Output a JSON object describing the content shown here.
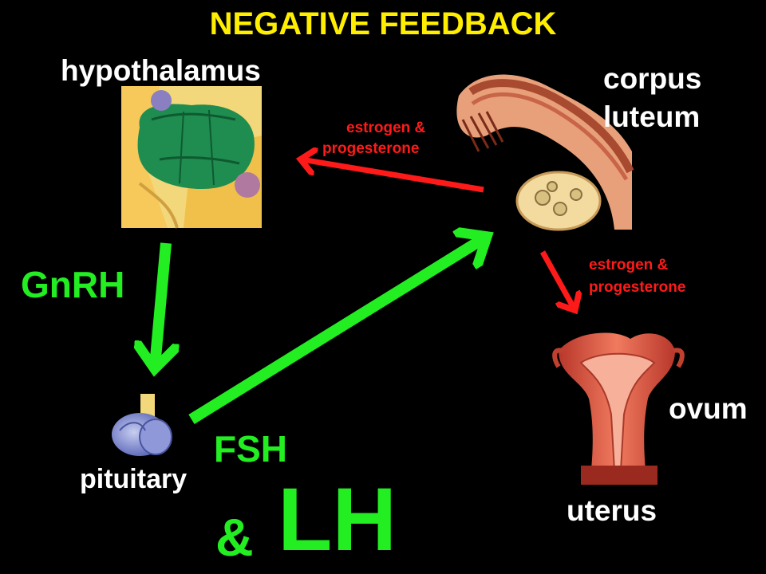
{
  "title": "NEGATIVE FEEDBACK",
  "labels": {
    "hypothalamus": "hypothalamus",
    "corpus_luteum_line1": "corpus",
    "corpus_luteum_line2": "luteum",
    "pituitary": "pituitary",
    "uterus": "uterus",
    "ovum": "ovum"
  },
  "hormones": {
    "gnrh": "GnRH",
    "fsh": "FSH",
    "ampersand": "&",
    "lh": "LH",
    "estrogen_to_hypothalamus_line1": "estrogen &",
    "estrogen_to_hypothalamus_line2": "progesterone",
    "estrogen_to_uterus_line1": "estrogen &",
    "estrogen_to_uterus_line2": "progesterone"
  },
  "colors": {
    "background": "#000000",
    "title": "#ffee00",
    "organ_label": "#ffffff",
    "green_arrow": "#22ee22",
    "red_arrow": "#ff1a1a"
  },
  "icons": [
    "hypothalamus-illustration",
    "corpus-luteum-illustration",
    "pituitary-illustration",
    "uterus-illustration"
  ]
}
